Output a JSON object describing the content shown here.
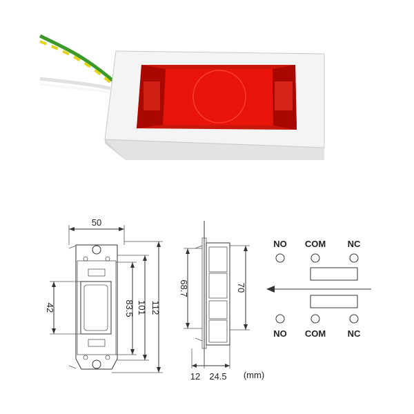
{
  "product_photo": {
    "colors": {
      "housing": "#f4f4f4",
      "housing_shade": "#d6d6d6",
      "lens": "#e8140a",
      "lens_dark": "#a80800",
      "wire_green": "#3c9a2a",
      "wire_yellow": "#e2d31c",
      "wire_white": "#f7f7f7"
    }
  },
  "dimensions": {
    "front_width": "50",
    "height_42": "42",
    "height_83_5": "83.5",
    "height_101": "101",
    "height_112": "112",
    "side_68_7": "68.7",
    "side_70": "70",
    "depth_12": "12",
    "depth_24_5": "24.5",
    "unit": "(mm)"
  },
  "terminals": {
    "top": [
      "NO",
      "COM",
      "NC"
    ],
    "bottom": [
      "NO",
      "COM",
      "NC"
    ]
  }
}
